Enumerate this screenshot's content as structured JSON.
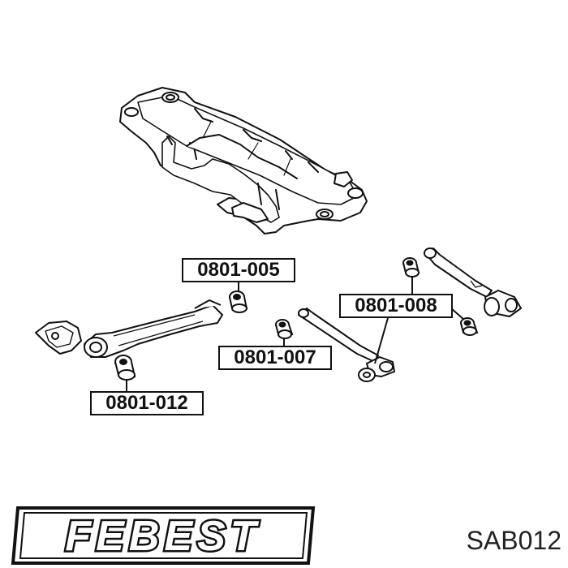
{
  "labels": {
    "part_005": "0801-005",
    "part_007": "0801-007",
    "part_008": "0801-008",
    "part_012": "0801-012"
  },
  "brand": {
    "logo_text": "FEBEST"
  },
  "product_code": "SAB012",
  "colors": {
    "line": "#111111",
    "fill": "#ffffff",
    "background": "#ffffff"
  }
}
